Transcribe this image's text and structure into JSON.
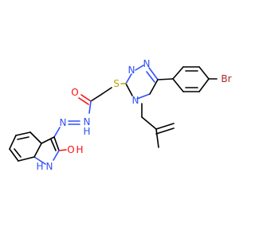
{
  "molecule": {
    "atom_colors": {
      "N": "#3050F8",
      "O": "#FF0D0D",
      "S": "#B8A600",
      "Br": "#A62929",
      "C": "#000000"
    },
    "labels": {
      "br": "Br",
      "s": "S",
      "o_amide": "O",
      "o_hydroxy": "O",
      "h_hydroxy": "H",
      "n_ring_top": "N",
      "n_ring_left": "N",
      "n_ring_bottom": "N",
      "nh_amide": "N",
      "h_amide": "H",
      "n_imine": "N",
      "n_indole": "N",
      "h_indole": "H"
    }
  }
}
